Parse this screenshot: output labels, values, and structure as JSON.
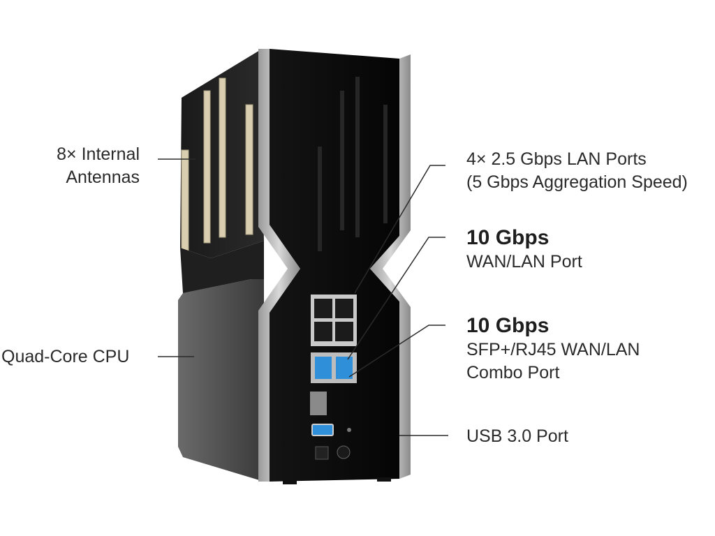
{
  "callouts": {
    "antennas": {
      "line1": "8× Internal",
      "line2": "Antennas"
    },
    "cpu": {
      "text": "Quad-Core CPU"
    },
    "lan_ports": {
      "line1": "4× 2.5 Gbps LAN Ports",
      "line2": "(5 Gbps Aggregation Speed)"
    },
    "wan_port": {
      "title": "10 Gbps",
      "subtitle": "WAN/LAN Port"
    },
    "combo_port": {
      "title": "10 Gbps",
      "line2": "SFP+/RJ45 WAN/LAN",
      "line3": "Combo Port"
    },
    "usb_port": {
      "text": "USB 3.0 Port"
    }
  },
  "colors": {
    "body_black": "#0d0d0d",
    "body_grey": "#4a4a4a",
    "silver_trim": "#b8b8b8",
    "antenna_gold": "#d9cfb0",
    "port_blue": "#2f8fd8",
    "leader_line": "#2a2a2a"
  }
}
